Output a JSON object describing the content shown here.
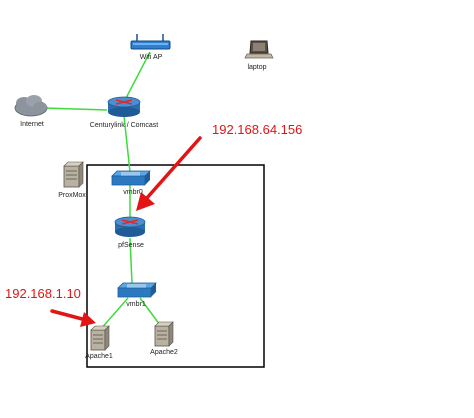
{
  "diagram": {
    "nodes": {
      "wifi_ap": {
        "label": "Wifi AP",
        "icon": "wireless-access-point-icon"
      },
      "laptop": {
        "label": "laptop",
        "icon": "laptop-icon"
      },
      "internet": {
        "label": "Internet",
        "icon": "cloud-icon"
      },
      "gateway": {
        "label": "Centurylink / Comcast",
        "icon": "router-icon"
      },
      "proxmox": {
        "label": "ProxMox",
        "icon": "server-icon"
      },
      "vmbr0": {
        "label": "vmbr0",
        "icon": "switch-icon"
      },
      "pfsense": {
        "label": "pfSense",
        "icon": "router-icon"
      },
      "vmbr1": {
        "label": "vmbr1",
        "icon": "switch-icon"
      },
      "apache1": {
        "label": "Apache1",
        "icon": "server-icon"
      },
      "apache2": {
        "label": "Apache2",
        "icon": "server-icon"
      }
    },
    "annotations": {
      "wan_ip": "192.168.64.156",
      "lan_ip": "192.168.1.10"
    },
    "colors": {
      "link": "#3ddc3d",
      "annotation": "#e31414",
      "router": "#2a6fb3",
      "switch": "#3a8fd0",
      "boundary": "#000000"
    }
  }
}
